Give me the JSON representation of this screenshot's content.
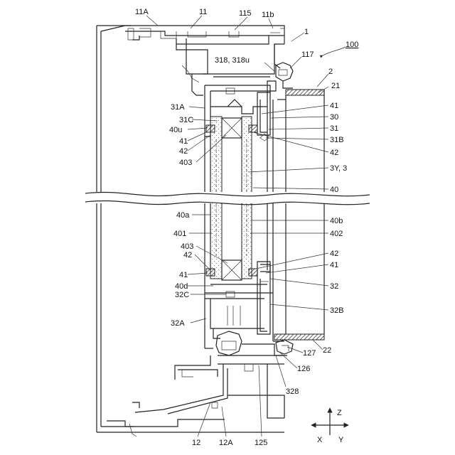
{
  "labels": {
    "l11A": "11A",
    "l11": "11",
    "l115": "115",
    "l11b": "11b",
    "l1": "1",
    "l100": "100",
    "l318": "318, 318u",
    "l117": "117",
    "l2": "2",
    "l21": "21",
    "l31A": "31A",
    "l41a": "41",
    "l30": "30",
    "l31C": "31C",
    "l31": "31",
    "l40u": "40u",
    "l31B": "31B",
    "l41b": "41",
    "l42a": "42",
    "l42b": "42",
    "l403a": "403",
    "l3Y": "3Y, 3",
    "l40": "40",
    "l40a": "40a",
    "l40b": "40b",
    "l401": "401",
    "l402": "402",
    "l403b": "403",
    "l42c": "42",
    "l42d": "42",
    "l41c": "41",
    "l41d": "41",
    "l40d": "40d",
    "l32": "32",
    "l32C": "32C",
    "l32B": "32B",
    "l32A": "32A",
    "l127": "127",
    "l22": "22",
    "l126": "126",
    "l328": "328",
    "l12": "12",
    "l12A": "12A",
    "l125": "125"
  },
  "axes": {
    "z": "Z",
    "x": "X",
    "y": "Y"
  }
}
